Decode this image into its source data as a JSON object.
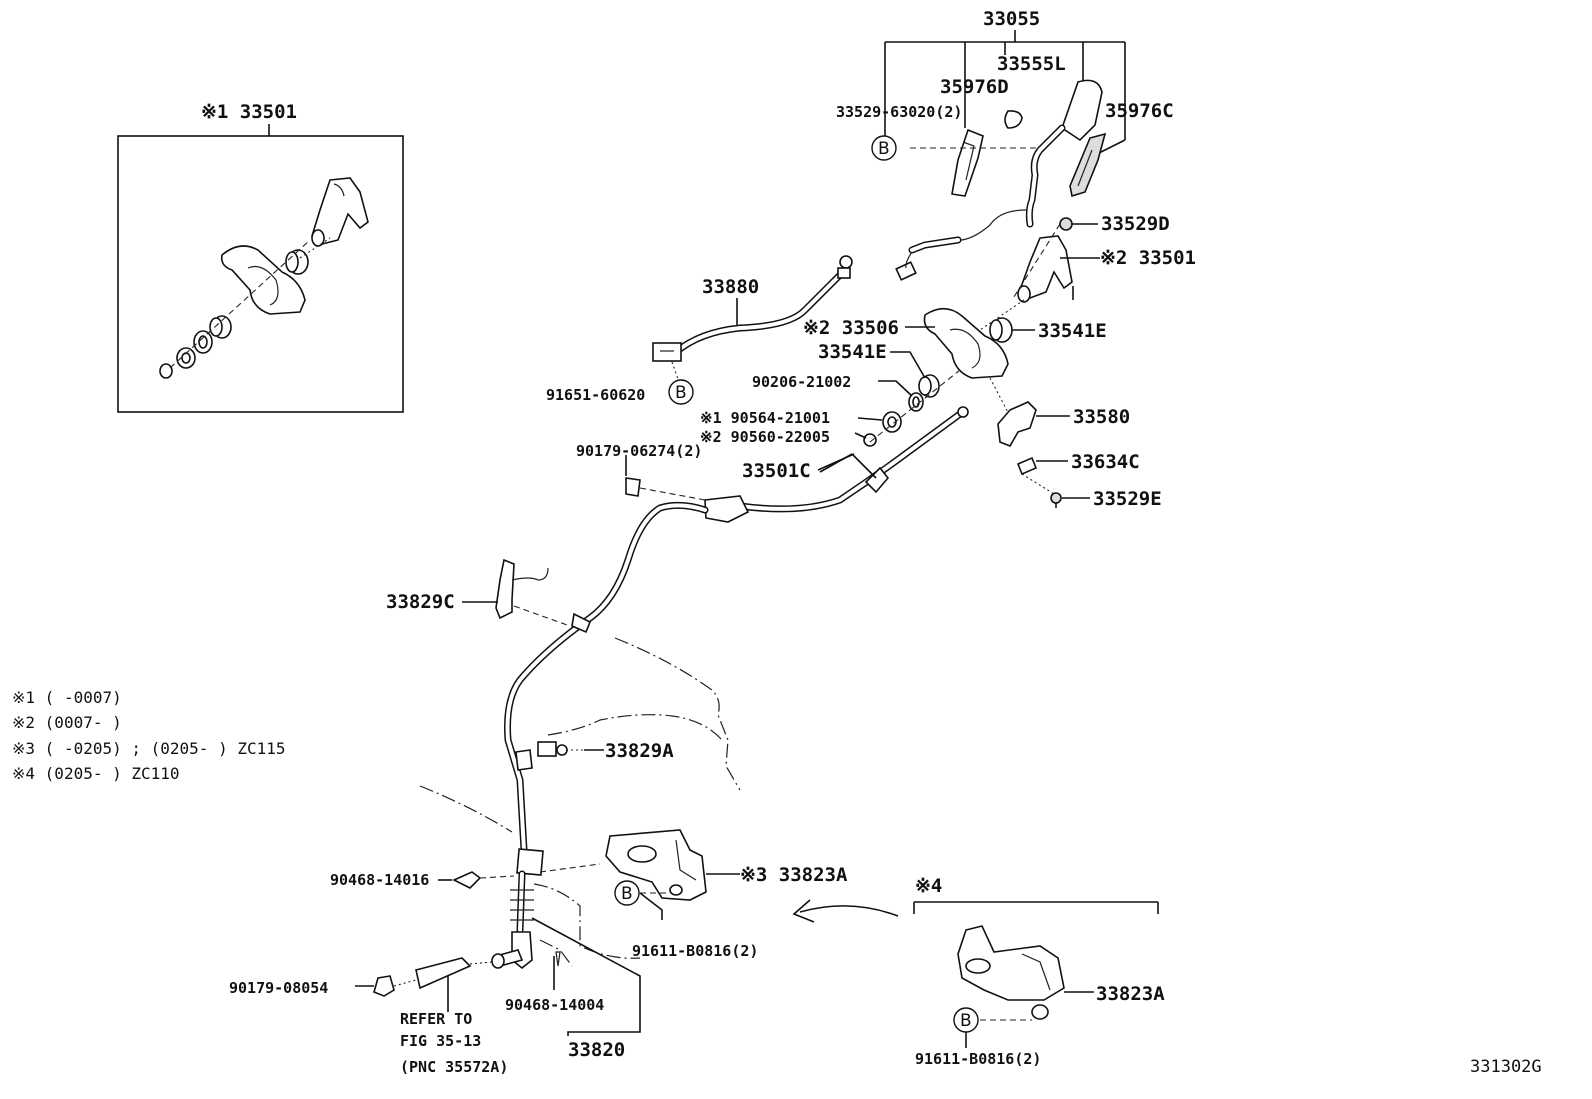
{
  "diagram": {
    "code": "331302G",
    "marker_b": "B",
    "labels": {
      "p33055": "33055",
      "p33555l": "33555L",
      "p35976d": "35976D",
      "p33529_63020": "33529-63020(2)",
      "p35976c": "35976C",
      "p33529d": "33529D",
      "p33501_2": "※2 33501",
      "p33880": "33880",
      "p33506": "※2 33506",
      "p33541e_r": "33541E",
      "p33541e_l": "33541E",
      "p90206": "90206-21002",
      "p91651": "91651-60620",
      "p90564": "※1 90564-21001",
      "p90560": "※2 90560-22005",
      "p33580": "33580",
      "p33634c": "33634C",
      "p33529e": "33529E",
      "p90179_06274": "90179-06274(2)",
      "p33501c": "33501C",
      "p33829c": "33829C",
      "p33829a": "33829A",
      "p90468_14016": "90468-14016",
      "p33823a_3": "※3 33823A",
      "p91611_a": "91611-B0816(2)",
      "p90179_08054": "90179-08054",
      "p90468_14004": "90468-14004",
      "p33820": "33820",
      "refer1": "REFER TO",
      "refer2": "FIG 35-13",
      "refer3": "(PNC 35572A)",
      "p4": "※4",
      "p33823a_4": "33823A",
      "p91611_b": "91611-B0816(2)",
      "p33501_1": "※1 33501"
    },
    "notes": [
      "※1 (      -0007)",
      "※2 (0007-      )",
      "※3 (      -0205) ; (0205-      ) ZC115",
      "※4 (0205-      ) ZC110"
    ]
  }
}
